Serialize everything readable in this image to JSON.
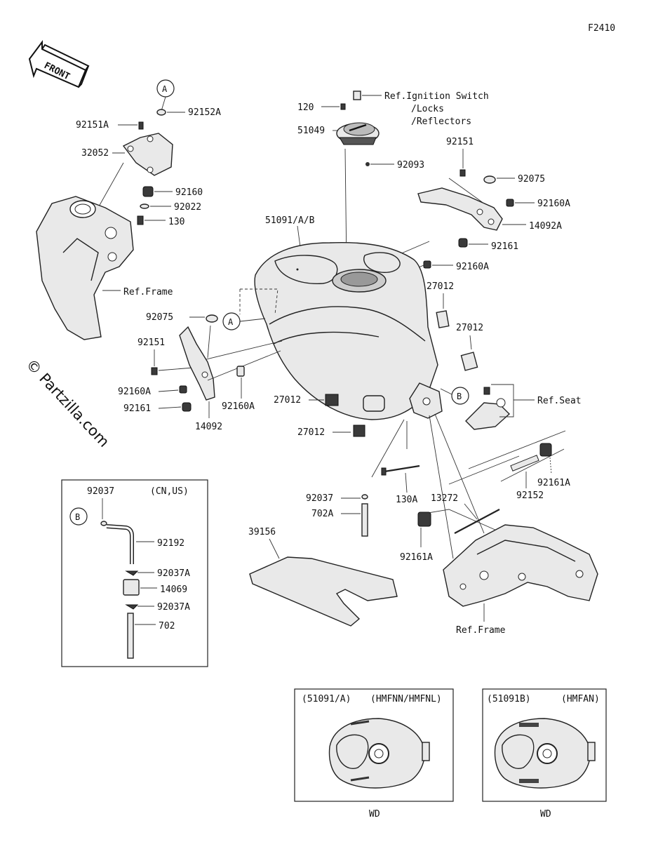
{
  "figure_code": "F2410",
  "front_label": "FRONT",
  "watermark": "© Partzilla.com",
  "circle_markers": {
    "a": "A",
    "b": "B"
  },
  "labels": {
    "p92152A": "92152A",
    "p92151A": "92151A",
    "p32052": "32052",
    "p92160_l": "92160",
    "p92022": "92022",
    "p130": "130",
    "ref_frame_l": "Ref.Frame",
    "p120": "120",
    "p51049": "51049",
    "ref_ign": "Ref.Ignition Switch",
    "ref_locks": "/Locks",
    "ref_reflectors": "/Reflectors",
    "p92093": "92093",
    "p92151_r": "92151",
    "p92075_r": "92075",
    "p92160A_r1": "92160A",
    "p14092A": "14092A",
    "p92161_r": "92161",
    "p92160A_r2": "92160A",
    "p51091": "51091/A/B",
    "p27012_1": "27012",
    "p27012_2": "27012",
    "p27012_3": "27012",
    "p27012_4": "27012",
    "p92075_l": "92075",
    "p92151_l": "92151",
    "p92160A_l": "92160A",
    "p92161_l": "92161",
    "p14092": "14092",
    "p92160A_c": "92160A",
    "ref_seat": "Ref.Seat",
    "p92161A_r": "92161A",
    "p92152": "92152",
    "p130A": "130A",
    "p92037_c": "92037",
    "p702A": "702A",
    "p13272": "13272",
    "p92161A_c": "92161A",
    "p39156": "39156",
    "ref_frame_r": "Ref.Frame"
  },
  "inset_cnus": {
    "region": "(CN,US)",
    "p92037": "92037",
    "p92192": "92192",
    "p92037A_1": "92037A",
    "p14069": "14069",
    "p92037A_2": "92037A",
    "p702": "702"
  },
  "variants": [
    {
      "header": "(51091/A)",
      "models": "(HMFNN/HMFNL)",
      "footer": "WD"
    },
    {
      "header": "(51091B)",
      "models": "(HMFAN)",
      "footer": "WD"
    }
  ]
}
